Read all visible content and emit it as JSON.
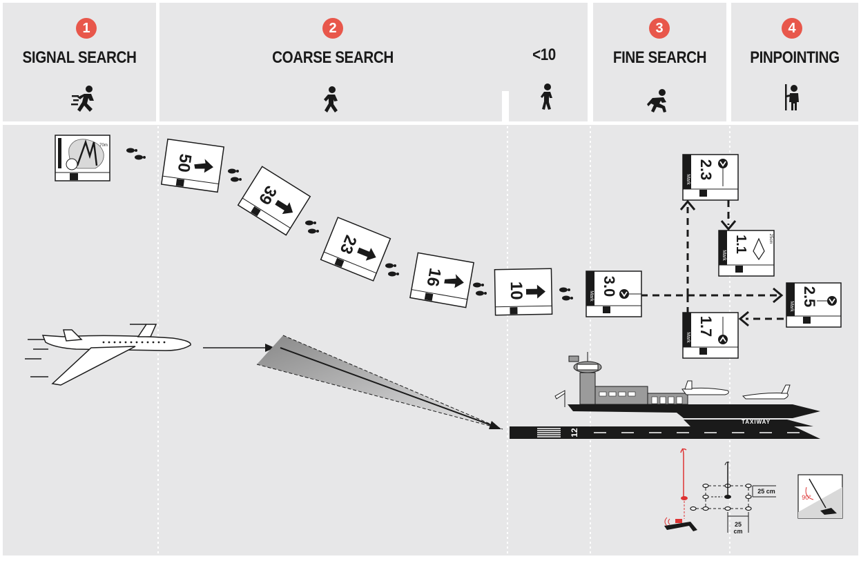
{
  "phases": [
    {
      "number": "1",
      "title": "SIGNAL SEARCH",
      "icon": "running-person-icon"
    },
    {
      "number": "2",
      "title": "COARSE SEARCH",
      "icon": "walking-person-icon"
    },
    {
      "number": "",
      "title": "<10",
      "icon": "slow-walking-person-icon"
    },
    {
      "number": "3",
      "title": "FINE SEARCH",
      "icon": "crouching-person-icon"
    },
    {
      "number": "4",
      "title": "PINPOINTING",
      "icon": "person-with-probe-icon"
    }
  ],
  "coarse_cards": [
    "50",
    "39",
    "23",
    "16",
    "10"
  ],
  "fine_cards": {
    "start": "3.0",
    "up": "2.3",
    "center": "1.1",
    "right": "2.5",
    "down": "1.7",
    "mark": "Mark"
  },
  "signal_card_label": "70m",
  "center_card_label": "25cm",
  "airport": {
    "taxiway_label": "TAXIWAY",
    "runway_label": "12"
  },
  "probe_grid": {
    "horizontal_spacing": "25 cm",
    "vertical_spacing_line1": "25",
    "vertical_spacing_line2": "cm",
    "angle": "90°"
  },
  "colors": {
    "accent": "#e8574b",
    "panel": "#e7e7e8",
    "ink": "#1a1a1a"
  }
}
